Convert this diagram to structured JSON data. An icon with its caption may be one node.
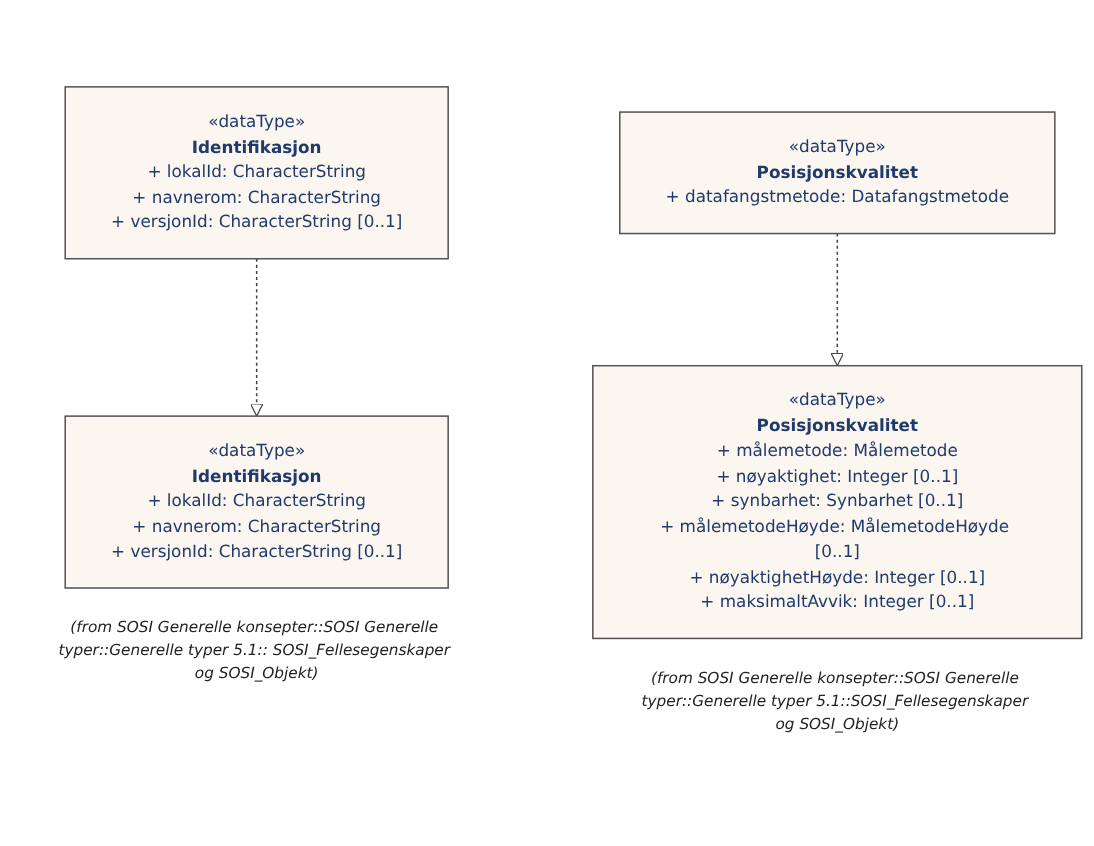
{
  "diagram": {
    "nodes": [
      {
        "text": [
          "«dataType»",
          "Identifikasjon",
          "+ lokalId: CharacterString",
          "+ navnerom: CharacterString",
          "+ versjonId: CharacterString [0..1]"
        ]
      },
      {
        "text": [
          "«dataType»",
          "Posisjonskvalitet",
          "+ datafangstmetode: Datafangstmetode"
        ]
      },
      {
        "text": [
          "«dataType»",
          "Identifikasjon",
          "+ lokalId: CharacterString",
          "+ navnerom: CharacterString",
          "+ versjonId: CharacterString [0..1]"
        ],
        "beside": [
          "(from SOSI Generelle konsepter::SOSI Generelle typer::Generelle typer 5.1:: SOSI_Fellesegenskaper og SOSI_Objekt)"
        ]
      },
      {
        "text": [
          "«dataType»",
          "Posisjonskvalitet",
          "+ målemetode: Målemetode",
          "+ nøyaktighet: Integer [0..1]",
          "+ synbarhet: Synbarhet [0..1]",
          "+ målemetodeHøyde: MålemetodeHøyde [0..1]",
          "+ nøyaktighetHøyde: Integer [0..1]",
          "+ maksimaltAvvik: Integer [0..1]"
        ],
        "beside": [
          "(from SOSI Generelle konsepter::SOSI Generelle typer::Generelle typer 5.1::SOSI_Fellesegenskaper og SOSI_Objekt)"
        ]
      }
    ],
    "edges": [
      {
        "from": 0,
        "to": 2,
        "arrow": "to",
        "style": "dashed"
      },
      {
        "from": 1,
        "to": 3,
        "arrow": "to",
        "style": "dashed"
      }
    ]
  }
}
